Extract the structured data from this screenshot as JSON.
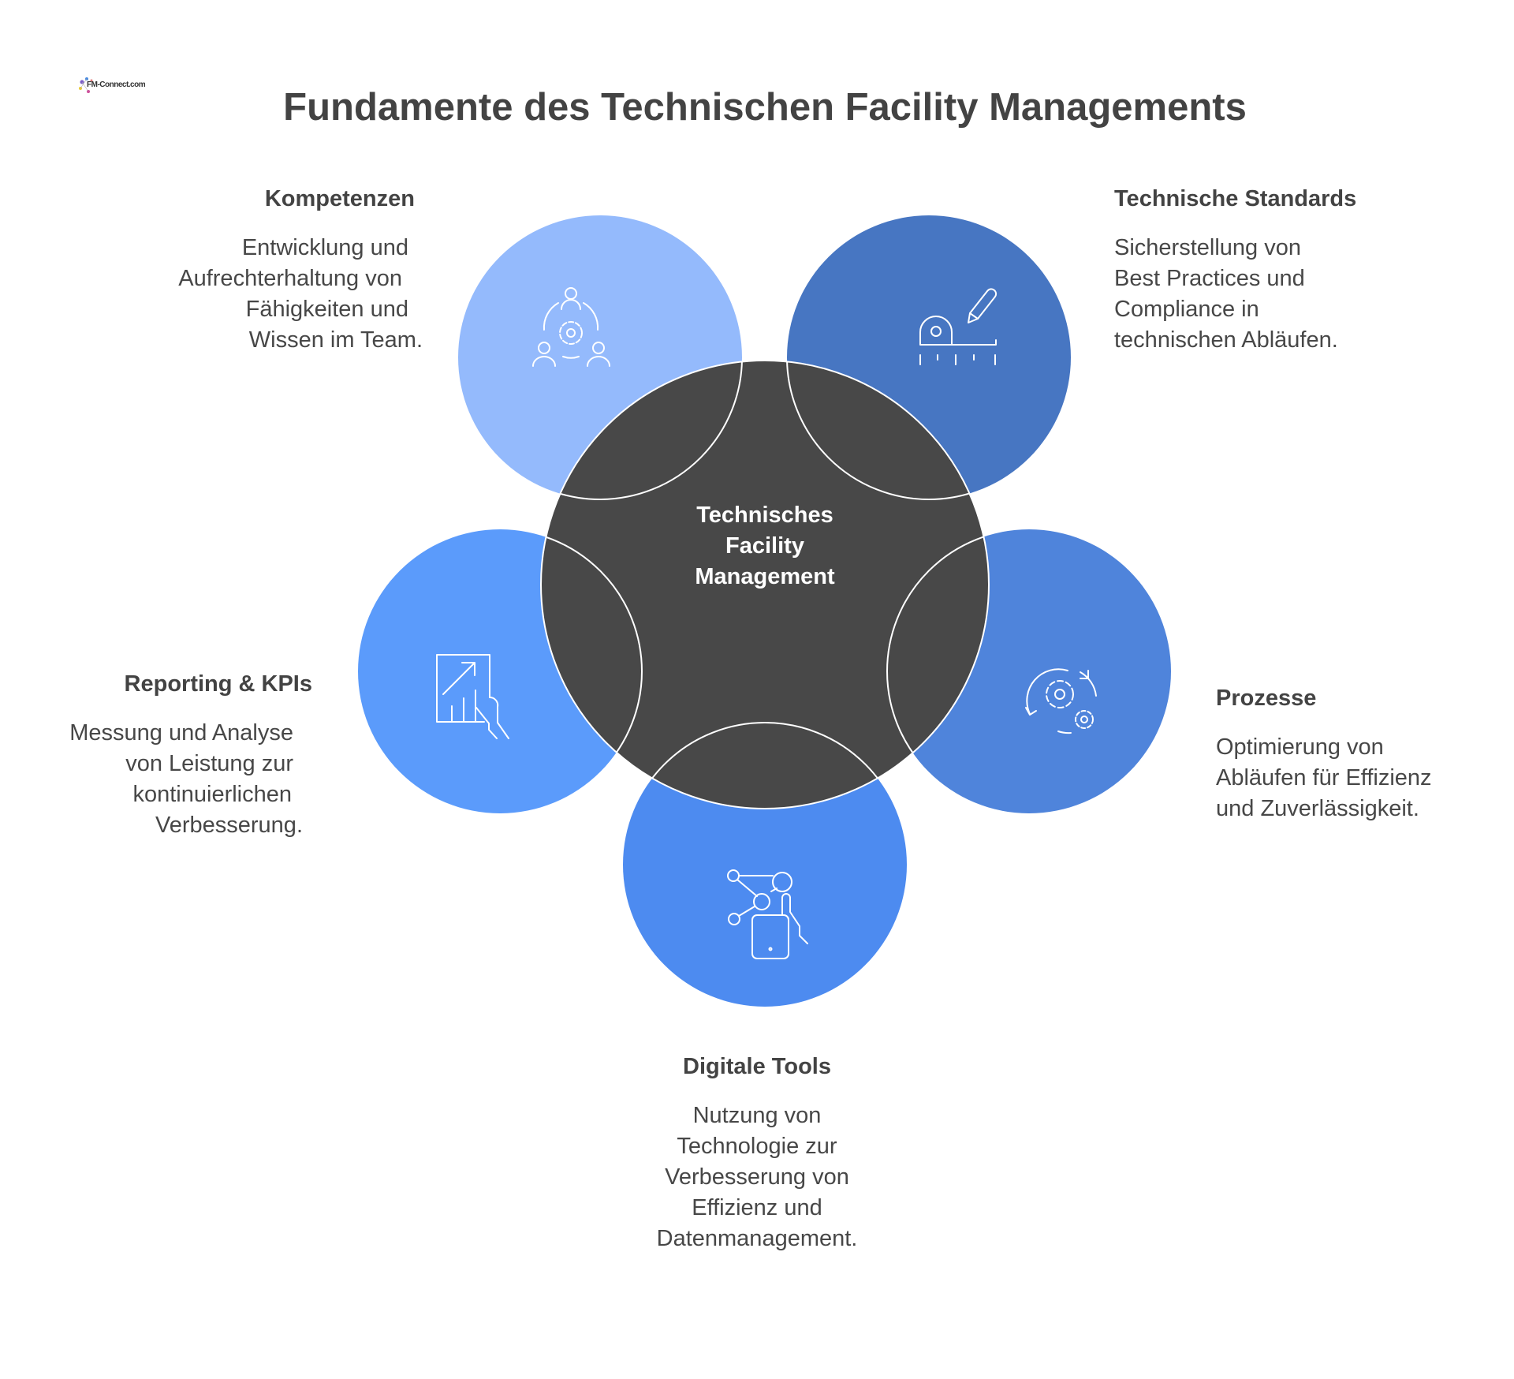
{
  "logo": {
    "text": "FM-Connect.com"
  },
  "title": "Fundamente des Technischen Facility Managements",
  "center": {
    "lines": [
      "Technisches",
      "Facility",
      "Management"
    ],
    "color": "#484848"
  },
  "sections": [
    {
      "heading": "Kompetenzen",
      "lines": [
        "Entwicklung und",
        "Aufrechterhaltung von",
        "Fähigkeiten und",
        "Wissen im Team."
      ],
      "color": "#94BAFC",
      "icon": "team-gear-icon"
    },
    {
      "heading": "Technische Standards",
      "lines": [
        "Sicherstellung von",
        "Best Practices und",
        "Compliance in",
        "technischen Abläufen."
      ],
      "color": "#4776C2",
      "icon": "measuring-tape-pencil-icon"
    },
    {
      "heading": "Prozesse",
      "lines": [
        "Optimierung von",
        "Abläufen für Effizienz",
        "und Zuverlässigkeit."
      ],
      "color": "#4F84DB",
      "icon": "gears-cycle-icon"
    },
    {
      "heading": "Digitale Tools",
      "lines": [
        "Nutzung von",
        "Technologie zur",
        "Verbesserung von",
        "Effizienz und",
        "Datenmanagement."
      ],
      "color": "#4D8BF0",
      "icon": "mobile-network-icon"
    },
    {
      "heading": "Reporting & KPIs",
      "lines": [
        "Messung und Analyse",
        "von Leistung zur",
        "kontinuierlichen",
        "Verbesserung."
      ],
      "color": "#5B9BFB",
      "icon": "tablet-chart-icon"
    }
  ]
}
